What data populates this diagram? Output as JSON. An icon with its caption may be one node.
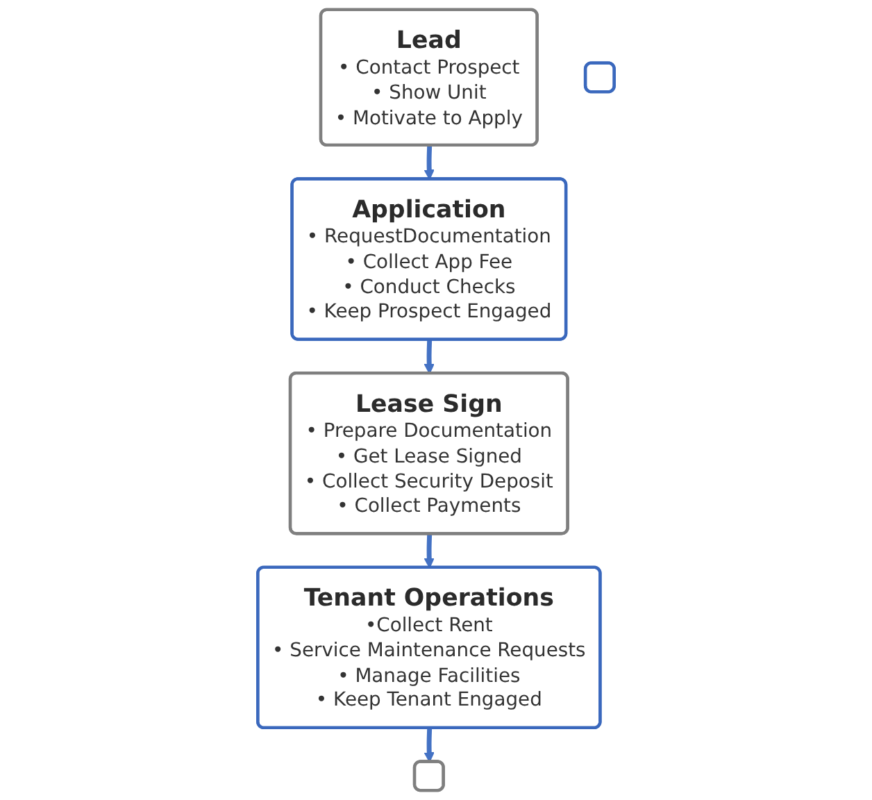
{
  "diagram": {
    "nodes": [
      {
        "text": [
          "Lead",
          "• Contact Prospect",
          "• Show Unit",
          "• Motivate to Apply"
        ]
      },
      {
        "text": [
          "Application",
          "• RequestDocumentation",
          "• Collect App Fee",
          "• Conduct Checks",
          "• Keep Prospect Engaged"
        ]
      },
      {
        "text": [
          "Lease Sign",
          "• Prepare Documentation",
          "• Get Lease Signed",
          "• Collect Security Deposit",
          "• Collect Payments"
        ]
      },
      {
        "text": [
          "Tenant Operations",
          "•Collect Rent",
          "• Service Maintenance Requests",
          "• Manage Facilities",
          "• Keep Tenant Engaged"
        ]
      },
      {
        "text": [],
        "shape": "box"
      },
      {
        "text": [],
        "shape": "box"
      }
    ],
    "edges": [
      {
        "from": 0,
        "to": 1,
        "arrow": "to"
      },
      {
        "from": 1,
        "to": 2,
        "arrow": "to"
      },
      {
        "from": 2,
        "to": 3,
        "arrow": "to"
      },
      {
        "from": 3,
        "to": 4,
        "arrow": "to"
      }
    ]
  }
}
